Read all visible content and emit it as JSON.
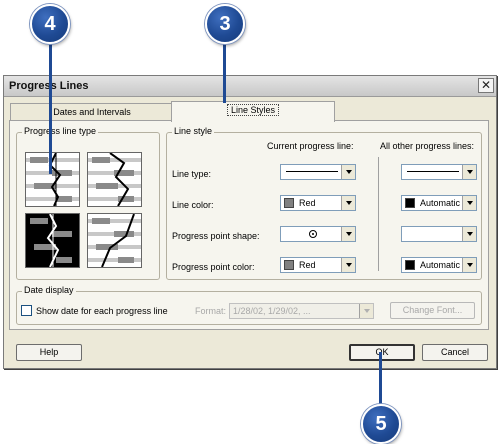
{
  "callouts": [
    "4",
    "3",
    "5"
  ],
  "dialog": {
    "title": "Progress Lines",
    "close_glyph": "✕",
    "tabs": [
      {
        "label": "Dates and Intervals",
        "active": false
      },
      {
        "label": "Line Styles",
        "active": true
      }
    ]
  },
  "progress_line_type": {
    "title": "Progress line type"
  },
  "line_style": {
    "title": "Line style",
    "current_header": "Current progress line:",
    "other_header": "All other progress lines:",
    "rows": [
      {
        "label": "Line type:"
      },
      {
        "label": "Line color:",
        "current_value": "Red",
        "current_color": "#808080",
        "other_value": "Automatic",
        "other_color": "#000000"
      },
      {
        "label": "Progress point shape:"
      },
      {
        "label": "Progress point color:",
        "current_value": "Red",
        "current_color": "#808080",
        "other_value": "Automatic",
        "other_color": "#000000"
      }
    ]
  },
  "date_display": {
    "title": "Date display",
    "checkbox_label": "Show date for each progress line",
    "checked": false,
    "format_label": "Format:",
    "format_value": "1/28/02, 1/29/02, ...",
    "change_font_label": "Change Font..."
  },
  "buttons": {
    "help": "Help",
    "ok": "OK",
    "cancel": "Cancel"
  },
  "colors": {
    "callout": "#1f4a94",
    "dialog_bg": "#ece9d8"
  }
}
